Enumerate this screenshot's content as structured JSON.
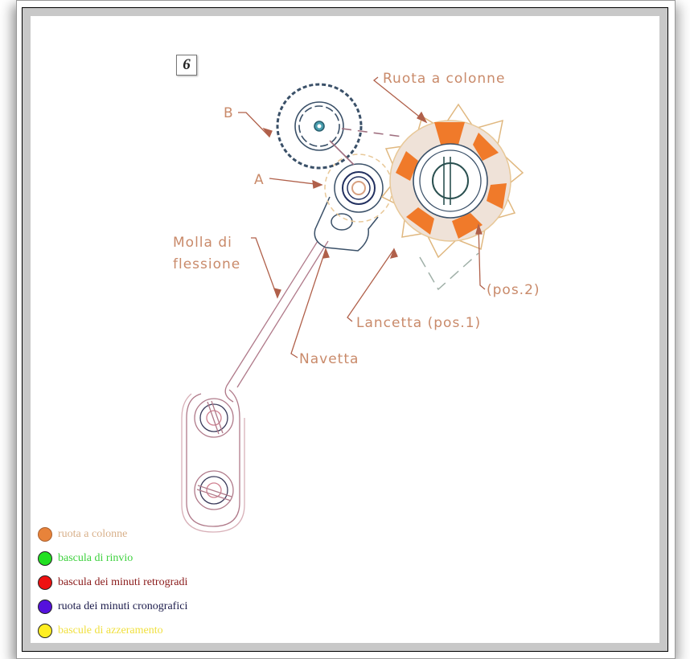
{
  "figure": {
    "number": "6",
    "labels": {
      "b": "B",
      "a": "A",
      "ruota_a_colonne": "Ruota a colonne",
      "molla_line1": "Molla di",
      "molla_line2": "flessione",
      "navetta": "Navetta",
      "lancetta": "Lancetta (pos.1)",
      "pos2": "(pos.2)"
    }
  },
  "colors": {
    "label": "#c98a6a",
    "column_wheel_segment": "#f07a2a",
    "column_wheel_fill": "#efe2d8",
    "gear_stroke": "#3a5068",
    "spring_stroke": "#b07a8a"
  },
  "legend": [
    {
      "label": "ruota a colonne",
      "swatch": "#e8833a",
      "text_color": "#d8b08a"
    },
    {
      "label": "bascula di rinvio",
      "swatch": "#22e022",
      "text_color": "#3ed13e"
    },
    {
      "label": "bascula dei minuti retrogradi",
      "swatch": "#ee1111",
      "text_color": "#8a1a1a"
    },
    {
      "label": "ruota dei minuti cronografici",
      "swatch": "#5511dd",
      "text_color": "#1a1a4a"
    },
    {
      "label": "bascule di azzeramento",
      "swatch": "#ffee22",
      "text_color": "#f0e040"
    }
  ]
}
